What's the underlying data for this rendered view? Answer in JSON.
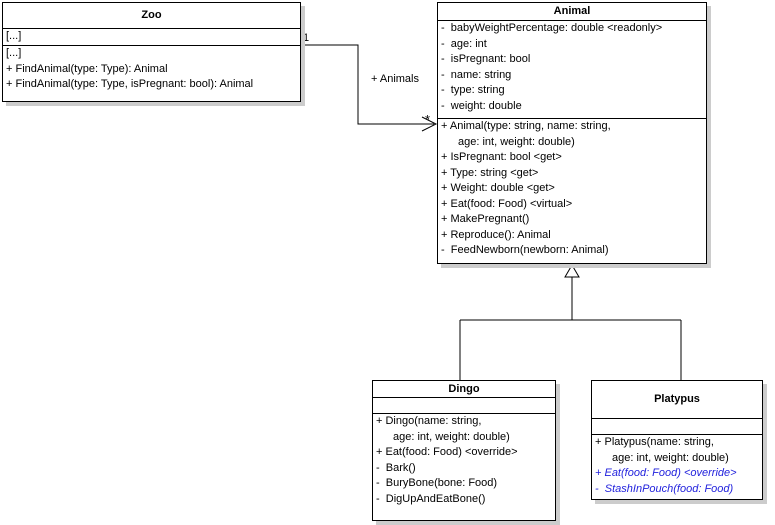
{
  "diagram": {
    "kind": "uml-class-diagram",
    "background": "#ffffff",
    "line_color": "#000000",
    "shadow_color": "#cccccc",
    "override_color": "#2222dd"
  },
  "classes": {
    "zoo": {
      "name": "Zoo",
      "attributes": [
        "[...]"
      ],
      "operations": [
        {
          "text": "[...]",
          "indent": false,
          "style": "normal"
        },
        {
          "text": "+ FindAnimal(type: Type): Animal",
          "indent": false,
          "style": "normal"
        },
        {
          "text": "+ FindAnimal(type: Type, isPregnant: bool): Animal",
          "indent": false,
          "style": "normal"
        }
      ]
    },
    "animal": {
      "name": "Animal",
      "attributes": [
        "-  babyWeightPercentage: double <readonly>",
        "-  age: int",
        "-  isPregnant: bool",
        "-  name: string",
        "-  type: string",
        "-  weight: double"
      ],
      "operations": [
        {
          "text": "+ Animal(type: string, name: string,",
          "indent": false,
          "style": "normal"
        },
        {
          "text": "age: int, weight: double)",
          "indent": true,
          "style": "normal"
        },
        {
          "text": "+ IsPregnant: bool <get>",
          "indent": false,
          "style": "normal"
        },
        {
          "text": "+ Type: string <get>",
          "indent": false,
          "style": "normal"
        },
        {
          "text": "+ Weight: double <get>",
          "indent": false,
          "style": "normal"
        },
        {
          "text": "+ Eat(food: Food) <virtual>",
          "indent": false,
          "style": "normal"
        },
        {
          "text": "+ MakePregnant()",
          "indent": false,
          "style": "normal"
        },
        {
          "text": "+ Reproduce(): Animal",
          "indent": false,
          "style": "normal"
        },
        {
          "text": "-  FeedNewborn(newborn: Animal)",
          "indent": false,
          "style": "normal"
        }
      ]
    },
    "dingo": {
      "name": "Dingo",
      "attributes": [],
      "operations": [
        {
          "text": "+ Dingo(name: string,",
          "indent": false,
          "style": "normal"
        },
        {
          "text": "age: int, weight: double)",
          "indent": true,
          "style": "normal"
        },
        {
          "text": "+ Eat(food: Food) <override>",
          "indent": false,
          "style": "normal"
        },
        {
          "text": "-  Bark()",
          "indent": false,
          "style": "normal"
        },
        {
          "text": "-  BuryBone(bone: Food)",
          "indent": false,
          "style": "normal"
        },
        {
          "text": "-  DigUpAndEatBone()",
          "indent": false,
          "style": "normal"
        }
      ]
    },
    "platypus": {
      "name": "Platypus",
      "attributes": [],
      "operations": [
        {
          "text": "+ Platypus(name: string,",
          "indent": false,
          "style": "normal"
        },
        {
          "text": "age: int, weight: double)",
          "indent": true,
          "style": "normal"
        },
        {
          "text": "+ Eat(food: Food) <override>",
          "indent": false,
          "style": "blue-italic"
        },
        {
          "text": "-  StashInPouch(food: Food)",
          "indent": false,
          "style": "blue-italic"
        }
      ]
    }
  },
  "relationships": {
    "zoo_animal_association": {
      "type": "association",
      "source": "Zoo",
      "target": "Animal",
      "role_label": "+ Animals",
      "source_multiplicity": "1",
      "target_multiplicity": "*",
      "arrowhead": "open-arrow"
    },
    "dingo_generalization": {
      "type": "generalization",
      "source": "Dingo",
      "target": "Animal",
      "arrowhead": "hollow-triangle"
    },
    "platypus_generalization": {
      "type": "generalization",
      "source": "Platypus",
      "target": "Animal",
      "arrowhead": "hollow-triangle"
    }
  }
}
